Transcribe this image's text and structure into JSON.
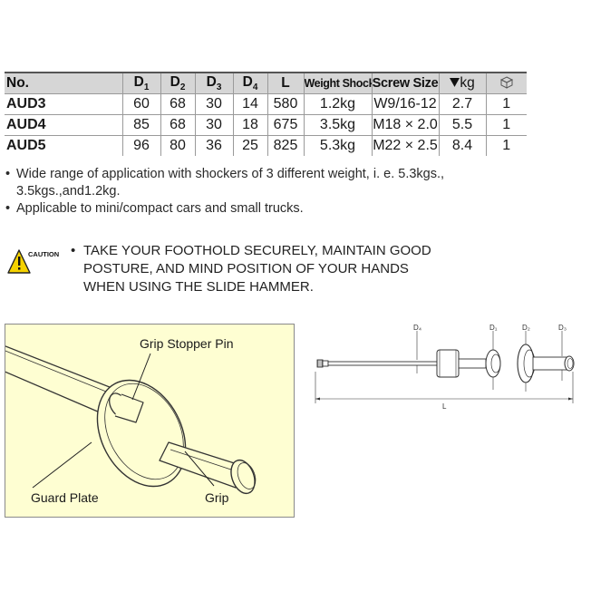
{
  "table": {
    "headers": [
      {
        "label": "No."
      },
      {
        "label": "D",
        "sub": "1"
      },
      {
        "label": "D",
        "sub": "2"
      },
      {
        "label": "D",
        "sub": "3"
      },
      {
        "label": "D",
        "sub": "4"
      },
      {
        "label": "L"
      },
      {
        "label": "Weight Shocker"
      },
      {
        "label": "Screw Size"
      },
      {
        "label": "kg"
      },
      {
        "label": ""
      }
    ],
    "rows": [
      [
        "AUD3",
        "60",
        "68",
        "30",
        "14",
        "580",
        "1.2kg",
        "W9/16-12",
        "2.7",
        "1"
      ],
      [
        "AUD4",
        "85",
        "68",
        "30",
        "18",
        "675",
        "3.5kg",
        "M18 × 2.0",
        "5.5",
        "1"
      ],
      [
        "AUD5",
        "96",
        "80",
        "36",
        "25",
        "825",
        "5.3kg",
        "M22 × 2.5",
        "8.4",
        "1"
      ]
    ]
  },
  "notes": [
    {
      "bullet": "•",
      "text_line1": "Wide range of application with shockers of 3 different weight, i. e. 5.3kgs.,",
      "text_line2": "3.5kgs.,and1.2kg."
    },
    {
      "bullet": "•",
      "text_line1": "Applicable to mini/compact cars and small trucks."
    }
  ],
  "caution": {
    "icon_label": "CAUTION",
    "bullet": "•",
    "lines": [
      "TAKE YOUR FOOTHOLD SECURELY, MAINTAIN GOOD",
      "POSTURE, AND MIND POSITION OF YOUR HANDS",
      "WHEN USING THE SLIDE HAMMER."
    ]
  },
  "detail_labels": {
    "grip_stopper_pin": "Grip Stopper Pin",
    "guard_plate": "Guard Plate",
    "grip": "Grip"
  },
  "dimension_labels": {
    "d4": "D₄",
    "d1": "D₁",
    "d2": "D₂",
    "d3": "D₃",
    "l": "L"
  },
  "colors": {
    "table_header_bg": "#d6d6d6",
    "panel_bg": "#fefed2",
    "caution_yellow": "#f5d200"
  }
}
